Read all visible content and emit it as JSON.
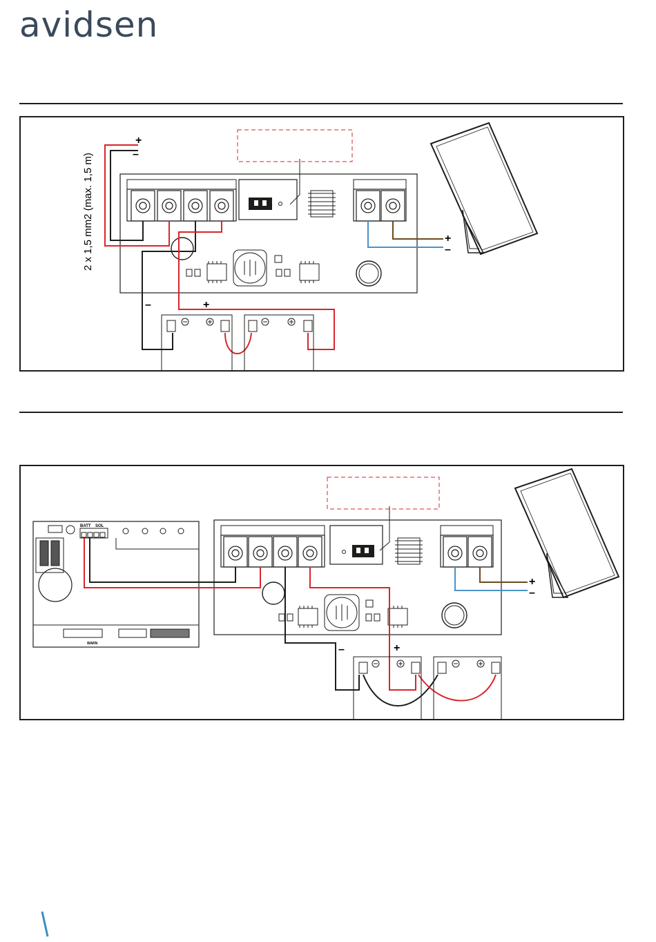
{
  "header": {
    "logo": "avidsen"
  },
  "diagram1": {
    "cable_label": "2 x 1,5 mm2 (max. 1,5 m)",
    "plus": "+",
    "minus": "–",
    "bat_minus": "–",
    "bat_plus": "+",
    "panel_plus": "+",
    "panel_minus": "–"
  },
  "diagram2": {
    "batt_label": "BATT",
    "sol_label": "SOL",
    "warn_label": "WARN",
    "bat_minus": "–",
    "bat_plus": "+",
    "panel_plus": "+",
    "panel_minus": "–"
  },
  "colors": {
    "red": "#d9252b",
    "black": "#1d1d1b",
    "blue": "#4a90c8",
    "brown": "#6b4a1e",
    "accent": "#3c8fc0"
  }
}
